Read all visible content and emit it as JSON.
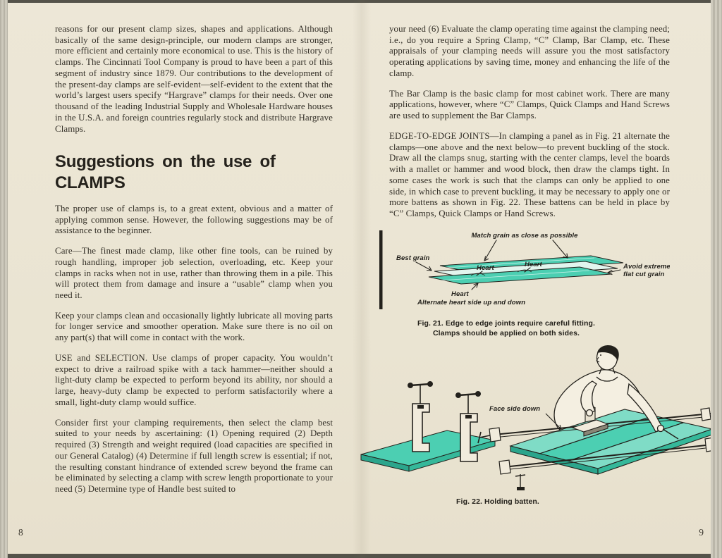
{
  "document": {
    "colors": {
      "paper": "#eae4d2",
      "ink": "#332f27",
      "accent_teal": "#4ccfb2"
    }
  },
  "left_page": {
    "page_number": "8",
    "intro_paragraph": "reasons for our present clamp sizes, shapes and applications. Although basically of the same design-principle, our modern clamps are stronger, more efficient and certainly more economical to use. This is the history of clamps. The Cincinnati Tool Company is proud to have been a part of this segment of industry since 1879. Our contributions to the development of the present-day clamps are self-evident—self-evident to the extent that the world’s largest users specify “Hargrave” clamps for their needs. Over one thousand of the leading Industrial Supply and Wholesale Hardware houses in the U.S.A. and foreign countries regularly stock and distribute Hargrave Clamps.",
    "heading": "Suggestions on the use of CLAMPS",
    "paragraphs": [
      "The proper use of clamps is, to a great extent, obvious and a matter of applying common sense. However, the following suggestions may be of assistance to the beginner.",
      "Care—The finest made clamp, like other fine tools, can be ruined by rough handling, improper job selection, overloading, etc. Keep your clamps in racks when not in use, rather than throwing them in a pile. This will protect them from damage and insure a “usable” clamp when you need it.",
      "Keep your clamps clean and occasionally lightly lubricate all moving parts for longer service and smoother operation. Make sure there is no oil on any part(s) that will come in contact with the work.",
      "USE and SELECTION. Use clamps of proper capacity. You wouldn’t expect to drive a railroad spike with a tack hammer—neither should a light-duty clamp be expected to perform beyond its ability, nor should a large, heavy-duty clamp be expected to perform satisfactorily where a small, light-duty clamp would suffice.",
      "Consider first your clamping requirements, then select the clamp best suited to your needs by ascertaining: (1) Opening required (2) Depth required (3) Strength and weight required (load capacities are specified in our General Catalog) (4) Determine if full length screw is essential; if not, the resulting constant hindrance of extended screw beyond the frame can be eliminated by selecting a clamp with screw length proportionate to your need (5) Determine type of Handle best suited to"
    ]
  },
  "right_page": {
    "page_number": "9",
    "paragraphs": [
      "your need (6) Evaluate the clamp operating time against the clamping need; i.e., do you require a Spring Clamp, “C” Clamp, Bar Clamp, etc. These appraisals of your clamping needs will assure you the most satisfactory operating applications by saving time, money and enhancing the life of the clamp.",
      "The Bar Clamp is the basic clamp for most cabinet work. There are many applications, however, where “C” Clamps, Quick Clamps and Hand Screws are used to supplement the Bar Clamps.",
      "EDGE-TO-EDGE JOINTS—In clamping a panel as in Fig. 21 alternate the clamps—one above and the next below—to prevent buckling of the stock. Draw all the clamps snug, starting with the center clamps, level the boards with a mallet or hammer and wood block, then draw the clamps tight. In some cases the work is such that the clamps can only be applied to one side, in which case to prevent buckling, it may be necessary to apply one or more battens as shown in Fig. 22. These battens can be held in place by “C” Clamps, Quick Clamps or Hand Screws."
    ],
    "fig21": {
      "label_match_grain": "Match grain as close as possible",
      "label_best_grain": "Best grain",
      "label_heart_top_left": "Heart",
      "label_heart_top_right": "Heart",
      "label_heart_bottom": "Heart",
      "label_avoid_line1": "Avoid extreme",
      "label_avoid_line2": "flat cut grain",
      "label_alternate": "Alternate heart side up and down",
      "caption_line1": "Fig. 21. Edge to edge joints require careful fitting.",
      "caption_line2": "Clamps should be applied on both sides."
    },
    "fig22": {
      "label_face_side_down": "Face side down",
      "caption": "Fig. 22. Holding batten."
    }
  }
}
